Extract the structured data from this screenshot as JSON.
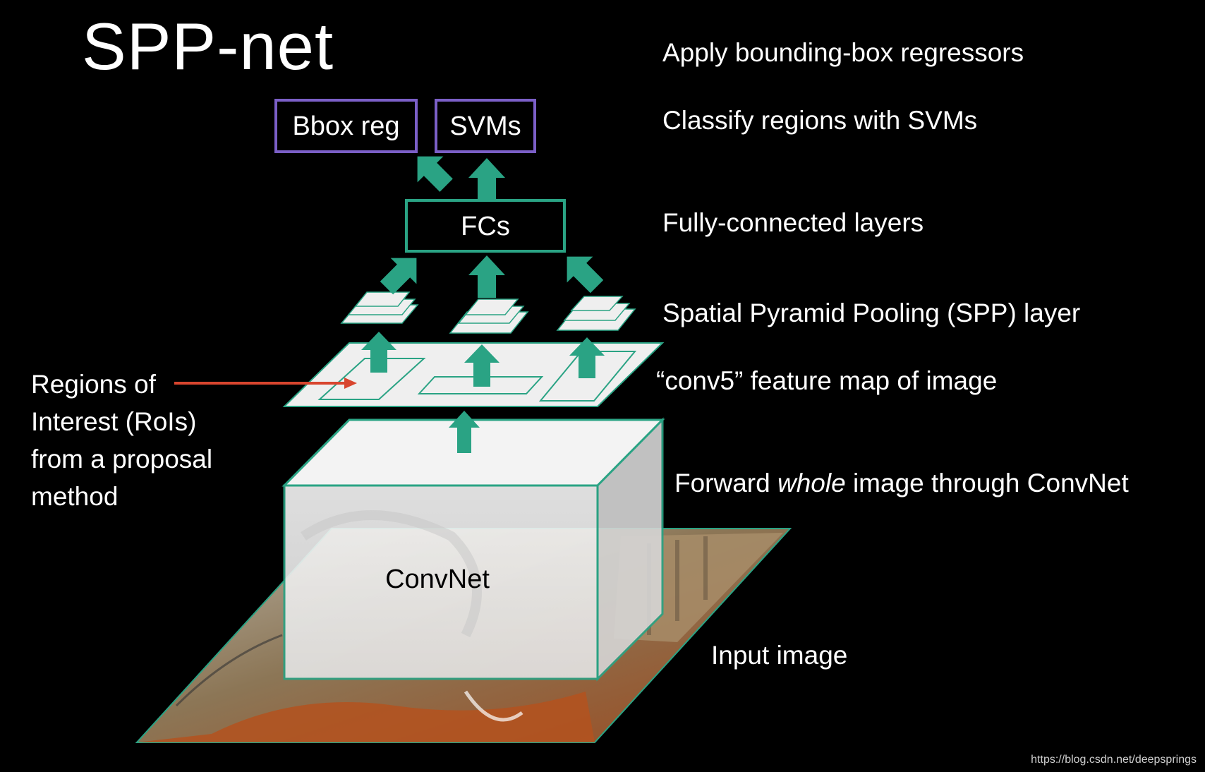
{
  "title": "SPP-net",
  "boxes": {
    "bbox_reg": "Bbox reg",
    "svms": "SVMs",
    "fcs": "FCs",
    "convnet": "ConvNet"
  },
  "right_labels": {
    "bbox_reg": "Apply bounding-box regressors",
    "svms": "Classify regions with SVMs",
    "fcs": "Fully-connected layers",
    "spp": "Spatial Pyramid Pooling (SPP) layer",
    "conv5": "“conv5” feature map of image",
    "forward_pre": "Forward ",
    "forward_em": "whole",
    "forward_post": " image through ConvNet",
    "input": "Input image"
  },
  "left_label": {
    "line1": "Regions of",
    "line2": "Interest (RoIs)",
    "line3": "from a proposal",
    "line4": "method"
  },
  "watermark": "https://blog.csdn.net/deepsprings",
  "colors": {
    "background": "#000000",
    "teal": "#2aa384",
    "purple": "#7b5fc7",
    "red_arrow": "#d8452e",
    "plane_fill": "#efefef"
  }
}
